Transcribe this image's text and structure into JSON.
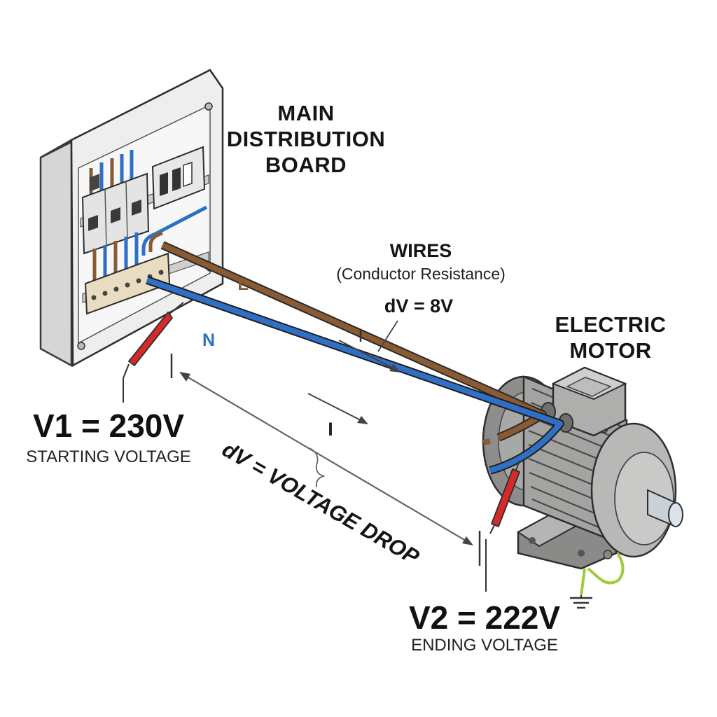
{
  "labels": {
    "board_title": [
      "MAIN",
      "DISTRIBUTION",
      "BOARD"
    ],
    "wires_title": "WIRES",
    "wires_subtitle": "(Conductor Resistance)",
    "wires_drop": "dV = 8V",
    "motor_title": [
      "ELECTRIC",
      "MOTOR"
    ],
    "line_marker": "L",
    "neutral_marker": "N",
    "current_marker": "I",
    "v1_value": "V1 = 230V",
    "v1_caption": "STARTING VOLTAGE",
    "v2_value": "V2 = 222V",
    "v2_caption": "ENDING VOLTAGE",
    "drop_label": "dV = VOLTAGE DROP"
  },
  "colors": {
    "line_wire": "#8a5a32",
    "neutral_wire": "#2f6fc4",
    "probe_red": "#d42a2a",
    "earth_wire": "#9ecb3a",
    "motor_body": "#9a9a98",
    "cabinet": "#ececec"
  }
}
